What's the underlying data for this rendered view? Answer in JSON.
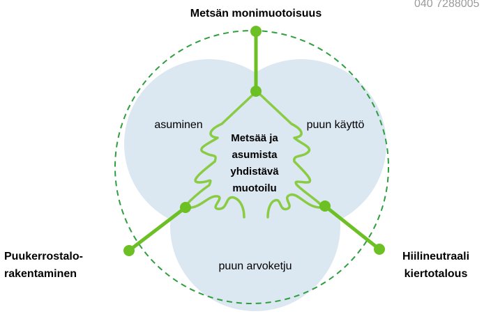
{
  "diagram": {
    "top_label": "Metsän monimuotoisuus",
    "left_label": [
      "Puukerrostalo-",
      "rakentaminen"
    ],
    "right_label": [
      "Hiilineutraali",
      "kiertotalous"
    ],
    "circle_left_label": "asuminen",
    "circle_right_label": "puun käyttö",
    "circle_bottom_label": "puun arvoketju",
    "center_label": [
      "Metsää ja",
      "asumista",
      "yhdistävä",
      "muotoilu"
    ],
    "corner_text": "040 7288005"
  },
  "colors": {
    "accent_green": "#6cc024",
    "dashed_ring": "#2e9e3e",
    "circle_fill": "#dbe7f1"
  }
}
